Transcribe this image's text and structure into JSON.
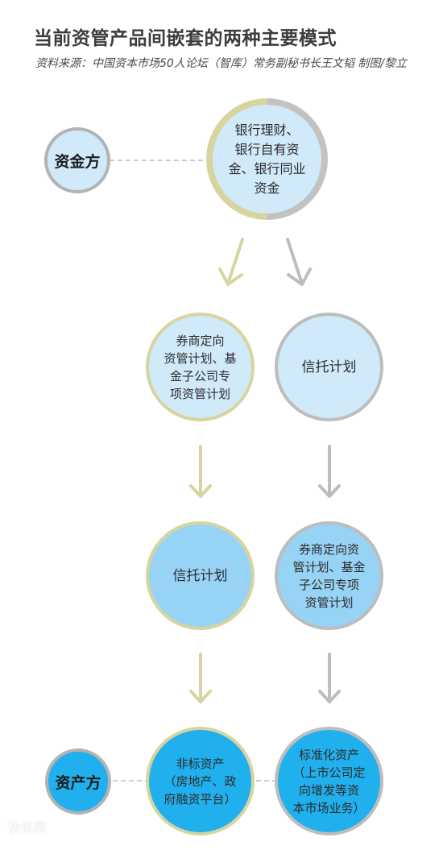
{
  "title": "当前资管产品间嵌套的两种主要模式",
  "source": "资料来源：中国资本市场50人论坛（智库）常务副秘书长王文韬 制图/黎立",
  "nodes": {
    "funder": "资金方",
    "bank_lines": [
      "银行理财、",
      "银行自有资",
      "金、银行同业",
      "资金"
    ],
    "level2_left_lines": [
      "券商定向",
      "资管计划、基",
      "金子公司专",
      "项资管计划"
    ],
    "level2_right": "信托计划",
    "level3_left": "信托计划",
    "level3_right_lines": [
      "券商定向资",
      "管计划、基金",
      "子公司专项",
      "资管计划"
    ],
    "asset_side": "资产方",
    "asset_left_lines": [
      "非标资产",
      "（房地产、政",
      "府融资平台）"
    ],
    "asset_right_lines": [
      "标准化资产",
      "（上市公司定",
      "向增发等资",
      "本市场业务）"
    ]
  },
  "colors": {
    "olive_path": "#d8d4a0",
    "grey_path": "#bdbdbd",
    "light_blue": "#d0eafa",
    "medium_blue": "#97d3f5",
    "bright_blue": "#21b0ee"
  },
  "watermark": "快讯网"
}
